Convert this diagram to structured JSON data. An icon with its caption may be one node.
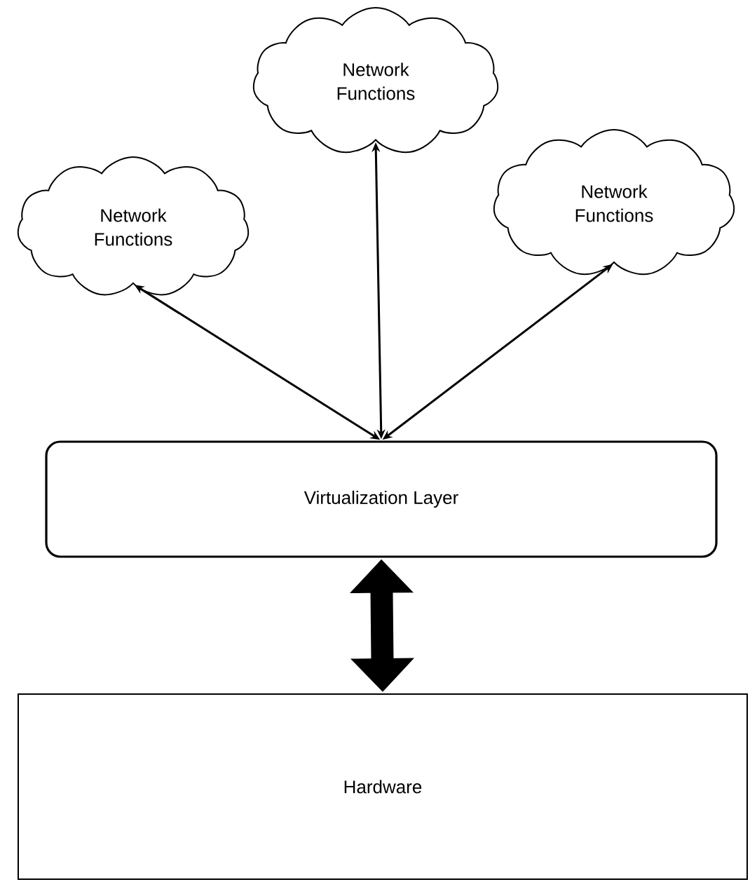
{
  "diagram": {
    "nodes": [
      {
        "text": [
          "Network Functions"
        ]
      },
      {
        "text": [
          "Network Functions"
        ]
      },
      {
        "text": [
          "Network Functions"
        ]
      },
      {
        "text": [
          "Virtualization Layer"
        ]
      },
      {
        "text": [
          "Hardware"
        ]
      }
    ],
    "edges": [
      {
        "from": 0,
        "to": 3,
        "arrow": "both"
      },
      {
        "from": 1,
        "to": 3,
        "arrow": "both"
      },
      {
        "from": 2,
        "to": 3,
        "arrow": "both"
      },
      {
        "from": 3,
        "to": 4,
        "arrow": "both",
        "style": "thick"
      }
    ]
  }
}
